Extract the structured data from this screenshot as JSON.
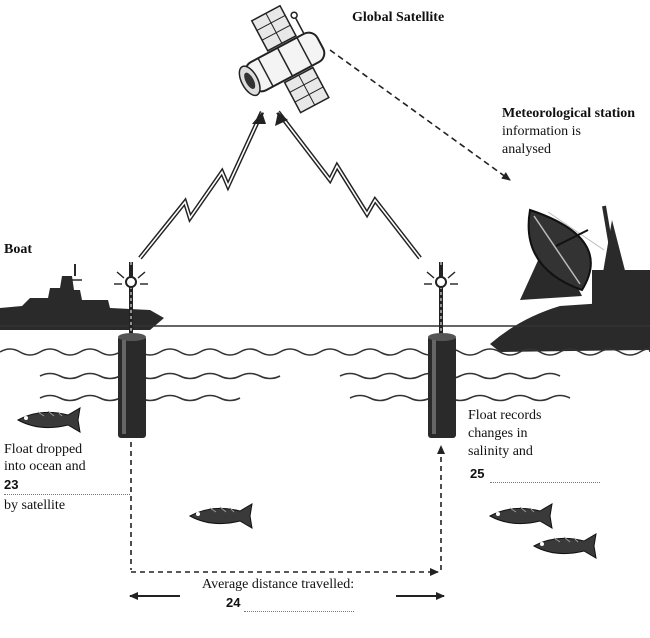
{
  "labels": {
    "satellite": "Global Satellite",
    "station_title": "Meteorological station",
    "station_line1": "information is",
    "station_line2": "analysed",
    "boat": "Boat",
    "float_dropped_line1": "Float dropped",
    "float_dropped_line2": "into ocean and",
    "float_dropped_line3": "by satellite",
    "float_records_line1": "Float records",
    "float_records_line2": "changes in",
    "float_records_line3": "salinity and",
    "distance": "Average distance travelled:"
  },
  "questions": {
    "q23": "23",
    "q24": "24",
    "q25": "25"
  },
  "colors": {
    "ink": "#111111",
    "dark_fill": "#2a2a2a",
    "water_line": "#333333",
    "dotted_blank": "#777777"
  }
}
